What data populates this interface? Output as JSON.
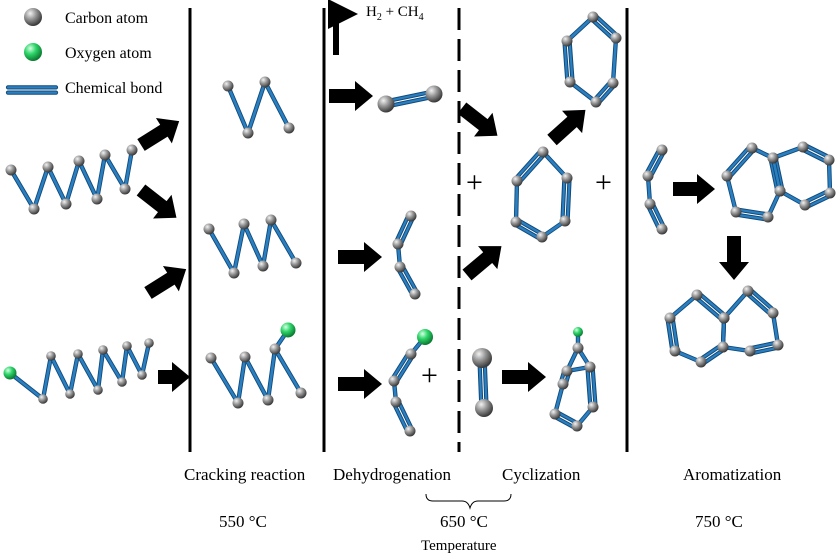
{
  "legend": {
    "carbon": "Carbon atom",
    "oxygen": "Oxygen atom",
    "bond": "Chemical bond"
  },
  "gas_release": {
    "h2": "H",
    "h2_sub": "2",
    "plus": " + CH",
    "ch4_sub": "4"
  },
  "stages": {
    "cracking": "Cracking reaction",
    "dehydrogenation": "Dehydrogenation",
    "cyclization": "Cyclization",
    "aromatization": "Aromatization"
  },
  "temperatures": {
    "t1": "550 °C",
    "t2": "650 °C",
    "t3": "750 °C",
    "axis": "Temperature"
  },
  "plus_sign": "+",
  "colors": {
    "carbon": "#7a7a7a",
    "oxygen": "#22c55e",
    "bond": "#2a7fc0",
    "arrow": "#000000"
  }
}
